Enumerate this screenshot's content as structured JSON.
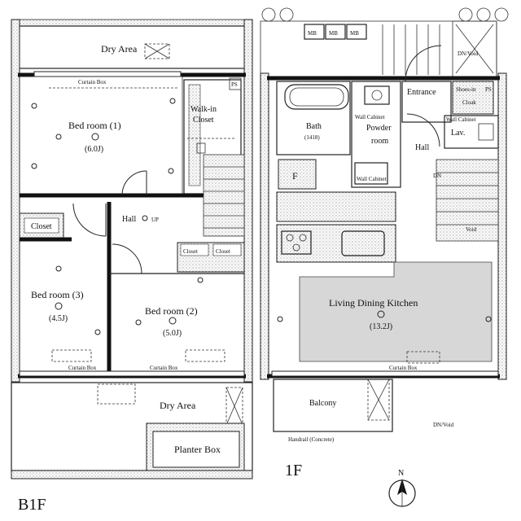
{
  "b1f": {
    "dry_area_top": "Dry Area",
    "curtain_box_top": "Curtain Box",
    "bedroom1": {
      "name": "Bed room (1)",
      "size": "(6.0J)"
    },
    "walk_in_closet": [
      "Walk-in",
      "Closet"
    ],
    "closet_left": "Closet",
    "hall": "Hall",
    "up_mark": "UP",
    "closets_mid": [
      "Closet",
      "Closet"
    ],
    "bedroom3": {
      "name": "Bed room (3)",
      "size": "(4.5J)"
    },
    "bedroom2": {
      "name": "Bed room (2)",
      "size": "(5.0J)"
    },
    "curtain_box_bottom": [
      "Curtain Box",
      "Curtain Box"
    ],
    "dry_area_bottom": "Dry Area",
    "planter_box": "Planter Box",
    "floor_label": "B1F",
    "ps": "PS"
  },
  "f1": {
    "mb_boxes": [
      "MB",
      "MB",
      "MB"
    ],
    "dn_void_top": "DN/Void",
    "entrance": "Entrance",
    "shoes_in_cloak": [
      "Shoes-in",
      "Cloak"
    ],
    "wall_cabinet_top": "Wall Cabinet",
    "powder_room": [
      "Powder",
      "room"
    ],
    "bath": {
      "name": "Bath",
      "size": "(1418)"
    },
    "lav": "Lav.",
    "hall": "Hall",
    "wall_cabinet_mid": "Wall Cabinet",
    "dn_mark": "DN",
    "void": "Void",
    "fridge": "F",
    "ldk": {
      "name": "Living Dining Kitchen",
      "size": "(13.2J)"
    },
    "curtain_box": "Curtain Box",
    "balcony": "Balcony",
    "handrail": "Handrail (Concrete)",
    "dn_void_bottom": "DN/Void",
    "floor_label": "1F",
    "ps": "PS",
    "wall_cabinet_right": "Wall Cabinet"
  },
  "compass": {
    "label": "N"
  }
}
